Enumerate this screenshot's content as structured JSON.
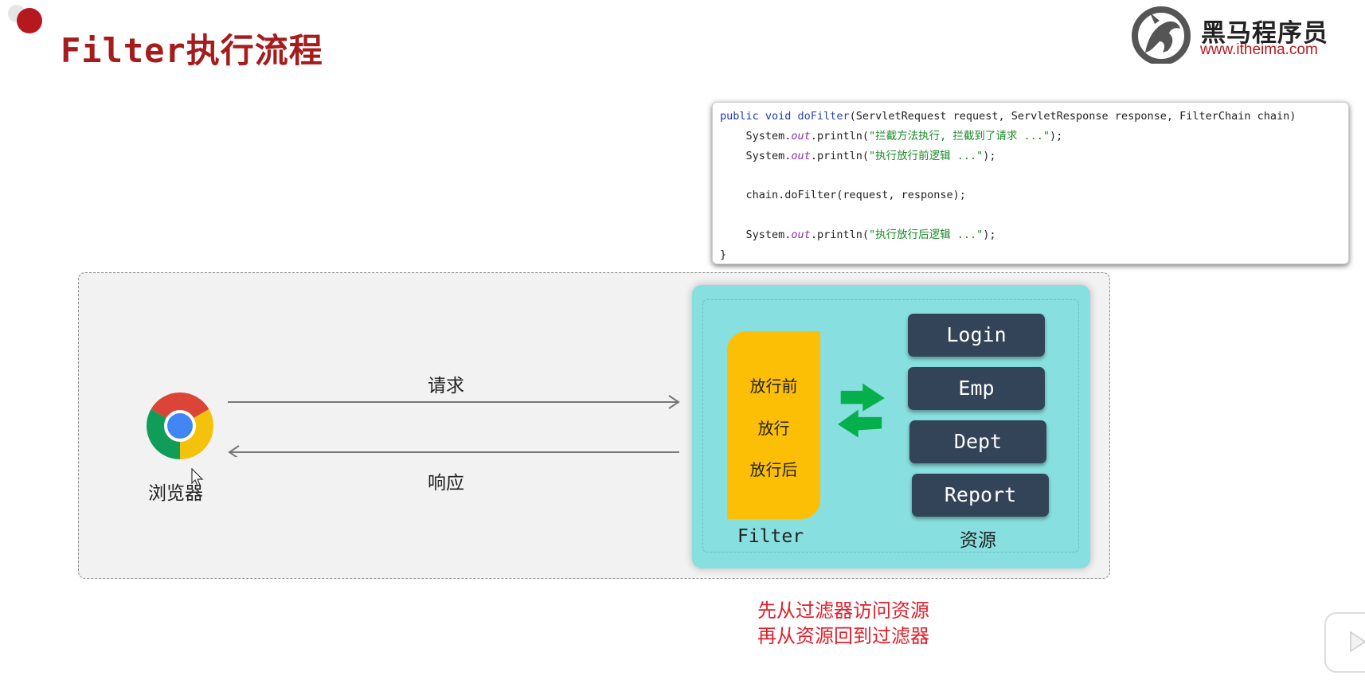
{
  "slide": {
    "title_en": "Filter",
    "title_cn": "执行流程"
  },
  "logo": {
    "name": "黑马程序员",
    "url": "www.itheima.com"
  },
  "code": {
    "lines": [
      {
        "indent": "",
        "parts": [
          [
            "kw",
            "public void "
          ],
          [
            "fn",
            "doFilter"
          ],
          [
            "",
            "(ServletRequest request, ServletResponse response, FilterChain chain)"
          ]
        ]
      },
      {
        "indent": "    ",
        "parts": [
          [
            "",
            "System."
          ],
          [
            "it",
            "out"
          ],
          [
            "",
            ".println("
          ],
          [
            "str",
            "\"拦截方法执行, 拦截到了请求 ...\""
          ],
          [
            "",
            ");"
          ]
        ]
      },
      {
        "indent": "    ",
        "parts": [
          [
            "",
            "System."
          ],
          [
            "it",
            "out"
          ],
          [
            "",
            ".println("
          ],
          [
            "str",
            "\"执行放行前逻辑 ...\""
          ],
          [
            "",
            ");"
          ]
        ]
      },
      {
        "indent": "",
        "parts": []
      },
      {
        "indent": "    ",
        "parts": [
          [
            "",
            "chain.doFilter(request, response);"
          ]
        ]
      },
      {
        "indent": "",
        "parts": []
      },
      {
        "indent": "    ",
        "parts": [
          [
            "",
            "System."
          ],
          [
            "it",
            "out"
          ],
          [
            "",
            ".println("
          ],
          [
            "str",
            "\"执行放行后逻辑 ...\""
          ],
          [
            "",
            ");"
          ]
        ]
      },
      {
        "indent": "",
        "parts": [
          [
            "",
            "}"
          ]
        ]
      }
    ]
  },
  "diagram": {
    "browser_label": "浏览器",
    "request_label": "请求",
    "response_label": "响应",
    "filter_steps": [
      "放行前",
      "放行",
      "放行后"
    ],
    "filter_label": "Filter",
    "resources": [
      "Login",
      "Emp",
      "Dept",
      "Report"
    ],
    "resources_label": "资源"
  },
  "note": {
    "line1": "先从过滤器访问资源",
    "line2": "再从资源回到过滤器"
  },
  "colors": {
    "title": "#a61c1c",
    "filter_box": "#fdbf05",
    "resource_box": "#334459",
    "teal_panel": "#88dfdf",
    "arrow_green": "#05b04c",
    "note_red": "#e0202c"
  }
}
